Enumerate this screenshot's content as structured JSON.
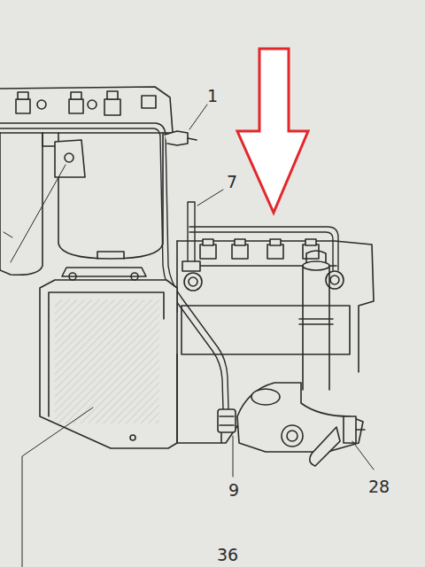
{
  "diagram": {
    "labels": [
      "1",
      "7",
      "9",
      "28",
      "36"
    ]
  }
}
